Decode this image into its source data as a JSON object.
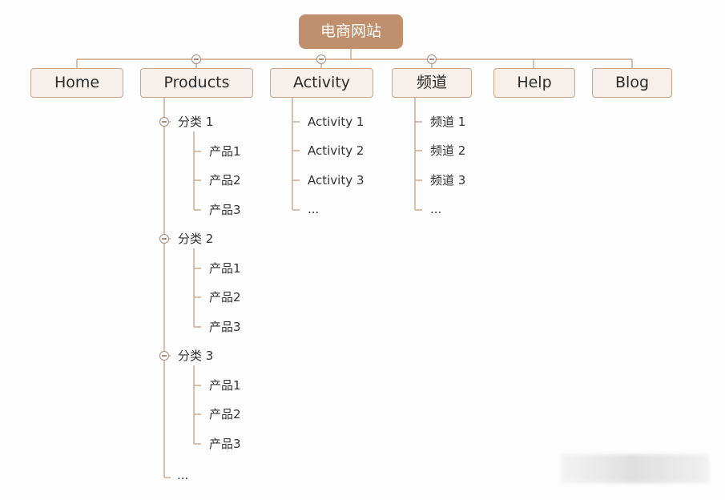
{
  "root": {
    "label": "电商网站"
  },
  "nodes": [
    {
      "label": "Home"
    },
    {
      "label": "Products"
    },
    {
      "label": "Activity"
    },
    {
      "label": "频道"
    },
    {
      "label": "Help"
    },
    {
      "label": "Blog"
    }
  ],
  "products": {
    "categories": [
      {
        "label": "分类 1",
        "items": [
          "产品1",
          "产品2",
          "产品3"
        ]
      },
      {
        "label": "分类 2",
        "items": [
          "产品1",
          "产品2",
          "产品3"
        ]
      },
      {
        "label": "分类 3",
        "items": [
          "产品1",
          "产品2",
          "产品3"
        ]
      }
    ],
    "more": "..."
  },
  "activity": {
    "items": [
      "Activity 1",
      "Activity 2",
      "Activity 3",
      "..."
    ]
  },
  "channel": {
    "items": [
      "频道 1",
      "频道 2",
      "频道 3",
      "..."
    ]
  },
  "colors": {
    "root_fill": "#c08f6e",
    "node_fill": "#f7f0ea",
    "line": "#c9a58a"
  },
  "icons": [
    "collapse-toggle-icon"
  ]
}
